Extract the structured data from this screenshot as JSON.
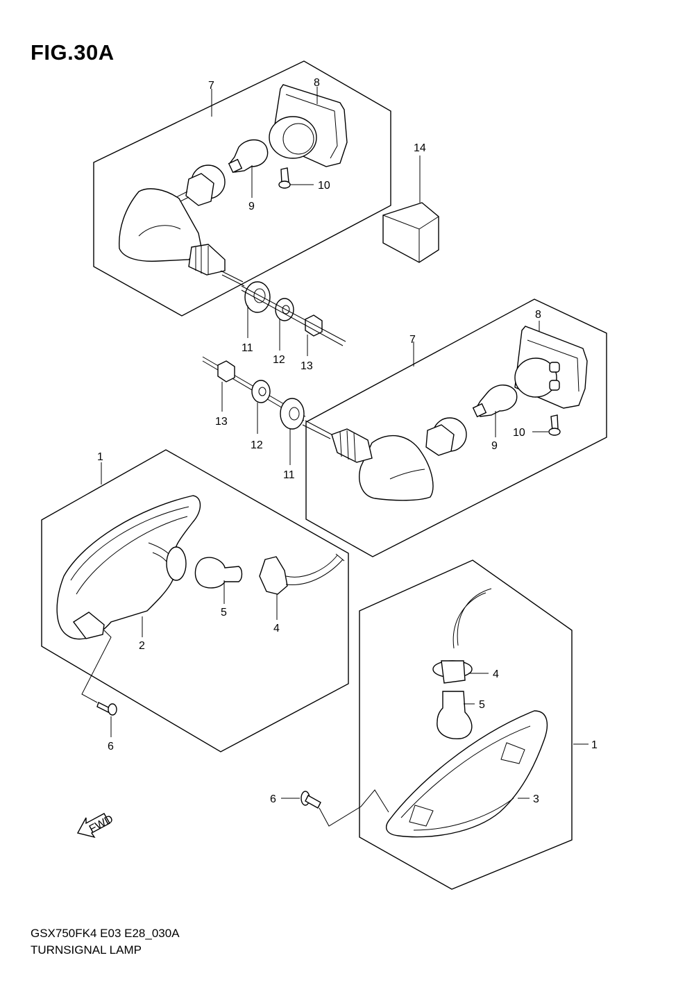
{
  "figure": {
    "title": "FIG.30A",
    "model_code": "GSX750FK4 E03 E28_030A",
    "section_name": "TURNSIGNAL LAMP"
  },
  "fwd_label": "FWD",
  "callouts": [
    {
      "id": "c7a",
      "label": "7"
    },
    {
      "id": "c8a",
      "label": "8"
    },
    {
      "id": "c9a",
      "label": "9"
    },
    {
      "id": "c10a",
      "label": "10"
    },
    {
      "id": "c14",
      "label": "14"
    },
    {
      "id": "c11a",
      "label": "11"
    },
    {
      "id": "c12a",
      "label": "12"
    },
    {
      "id": "c13a",
      "label": "13"
    },
    {
      "id": "c7b",
      "label": "7"
    },
    {
      "id": "c8b",
      "label": "8"
    },
    {
      "id": "c9b",
      "label": "9"
    },
    {
      "id": "c10b",
      "label": "10"
    },
    {
      "id": "c13b",
      "label": "13"
    },
    {
      "id": "c12b",
      "label": "12"
    },
    {
      "id": "c11b",
      "label": "11"
    },
    {
      "id": "c1a",
      "label": "1"
    },
    {
      "id": "c5a",
      "label": "5"
    },
    {
      "id": "c4a",
      "label": "4"
    },
    {
      "id": "c2",
      "label": "2"
    },
    {
      "id": "c6a",
      "label": "6"
    },
    {
      "id": "c4b",
      "label": "4"
    },
    {
      "id": "c5b",
      "label": "5"
    },
    {
      "id": "c1b",
      "label": "1"
    },
    {
      "id": "c6b",
      "label": "6"
    },
    {
      "id": "c3",
      "label": "3"
    }
  ]
}
